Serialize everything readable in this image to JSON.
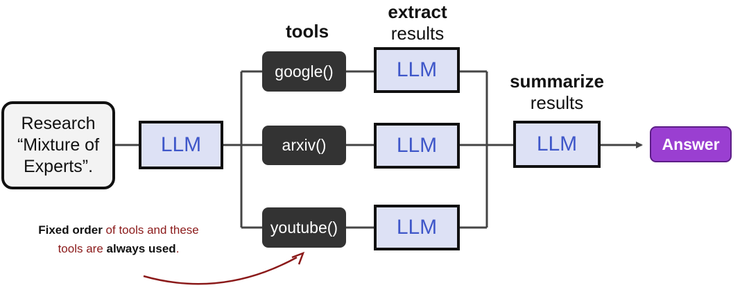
{
  "input_box": {
    "line1": "Research",
    "line2": "“Mixture of",
    "line3": "Experts”."
  },
  "router_llm": "LLM",
  "tools_heading": "tools",
  "tools": [
    "google()",
    "arxiv()",
    "youtube()"
  ],
  "extract_heading": {
    "bold": "extract",
    "normal": "results"
  },
  "extract_llms": [
    "LLM",
    "LLM",
    "LLM"
  ],
  "summarize_heading": {
    "bold": "summarize",
    "normal": "results"
  },
  "summarize_llm": "LLM",
  "answer": "Answer",
  "note": {
    "bold1": "Fixed order",
    "text1": " of tools and these",
    "text2": "tools are ",
    "bold2": "always used",
    "text3": "."
  },
  "colors": {
    "llm_fill": "#dde1f5",
    "llm_text": "#3f57c9",
    "tool_fill": "#333333",
    "answer_fill": "#9a3fd1",
    "note_text": "#8b1a1a",
    "arrow_curve": "#8b1a1a"
  }
}
